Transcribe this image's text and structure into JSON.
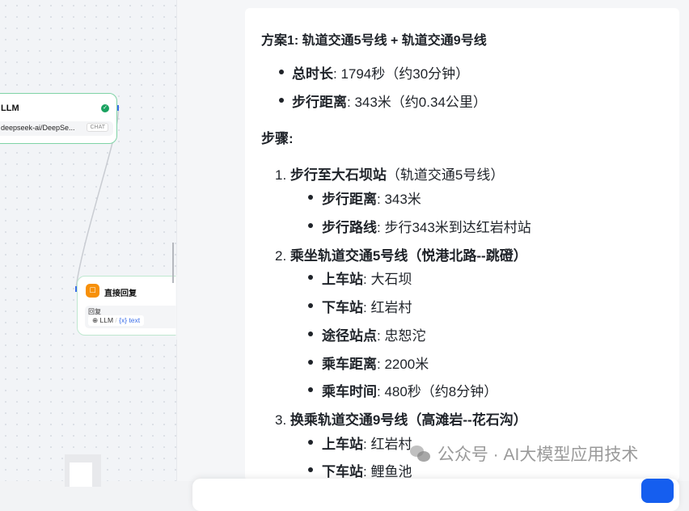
{
  "canvas": {
    "llm_node": {
      "title": "LLM",
      "model": "deepseek-ai/DeepSe...",
      "badge": "CHAT"
    },
    "reply_node": {
      "title": "直接回复",
      "field_label": "回复",
      "var_node": "LLM",
      "var_name": "{x} text"
    }
  },
  "message": {
    "plan_title": "方案1: 轨道交通5号线 + 轨道交通9号线",
    "summary": [
      {
        "label": "总时长",
        "value": ": 1794秒（约30分钟）"
      },
      {
        "label": "步行距离",
        "value": ": 343米（约0.34公里）"
      }
    ],
    "steps_title": "步骤:",
    "steps": [
      {
        "num": "1.",
        "title": "步行至大石坝站",
        "suffix": "（轨道交通5号线）",
        "items": [
          {
            "label": "步行距离",
            "value": ": 343米"
          },
          {
            "label": "步行路线",
            "value": ": 步行343米到达红岩村站"
          }
        ]
      },
      {
        "num": "2.",
        "title": "乘坐轨道交通5号线（悦港北路--跳磴）",
        "suffix": "",
        "items": [
          {
            "label": "上车站",
            "value": ": 大石坝"
          },
          {
            "label": "下车站",
            "value": ": 红岩村"
          },
          {
            "label": "途径站点",
            "value": ": 忠恕沱"
          },
          {
            "label": "乘车距离",
            "value": ": 2200米"
          },
          {
            "label": "乘车时间",
            "value": ": 480秒（约8分钟）"
          }
        ]
      },
      {
        "num": "3.",
        "title": "换乘轨道交通9号线（高滩岩--花石沟）",
        "suffix": "",
        "items": [
          {
            "label": "上车站",
            "value": ": 红岩村"
          },
          {
            "label": "下车站",
            "value": ": 鲤鱼池"
          }
        ]
      }
    ]
  },
  "watermark": "公众号 · AI大模型应用技术",
  "colors": {
    "accent": "#155eef",
    "node_border": "#7fd3a6",
    "reply_icon": "#f79009"
  }
}
